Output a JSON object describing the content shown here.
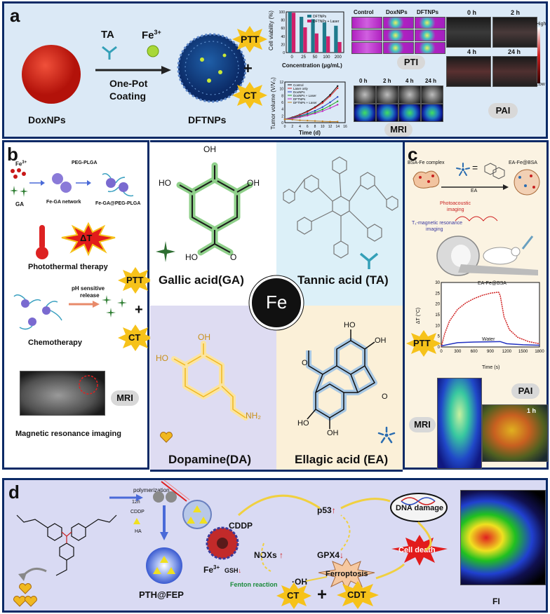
{
  "colors": {
    "panel_border": "#0b2a66",
    "panel_a_bg": "#dbe9f6",
    "panel_b_bg": "#ffffff",
    "panel_c_bg": "#fbf3e2",
    "panel_d_bg": "#d9daf3",
    "ga_green": "#5aa05a",
    "ta_gray": "#777777",
    "da_yellow": "#f5c243",
    "ea_blue": "#4a7fb0",
    "fe_center": "#111111",
    "star_yellow": "#f6c21a"
  },
  "panel_a": {
    "label": "a",
    "ta": "TA",
    "fe3": "Fe",
    "fe3_sup": "3+",
    "doxnps": "DoxNPs",
    "arrow_top": "One-Pot",
    "arrow_bottom": "Coating",
    "dftnps": "DFTNPs",
    "ptt": "PTT",
    "ct": "CT",
    "plus": "+",
    "cell_chart": {
      "ylabel": "Cell viability (%)",
      "xlabel": "Concentration (μg/mL)",
      "ticks_x": [
        "0",
        "25",
        "50",
        "100",
        "200"
      ],
      "ticks_y": [
        "0",
        "20",
        "40",
        "60",
        "80",
        "100"
      ],
      "legend": [
        "DFTNPs",
        "DFTNPs + Laser"
      ]
    },
    "pti": {
      "cols": [
        "Control",
        "DoxNPs",
        "DFTNPs"
      ],
      "label": "PTI"
    },
    "pai": {
      "times": [
        "0 h",
        "2 h",
        "4 h",
        "24 h"
      ],
      "high": "High",
      "low": "Low",
      "label": "PAI"
    },
    "tumor_chart": {
      "ylabel": "Tumor volume (V/V₀)",
      "xlabel": "Time (d)",
      "ticks_x": [
        "0",
        "2",
        "4",
        "6",
        "8",
        "10",
        "12",
        "14",
        "16"
      ],
      "ticks_y": [
        "0",
        "2",
        "4",
        "6",
        "8",
        "10",
        "12"
      ],
      "legend": [
        "Control",
        "Laser only",
        "DoxNPs",
        "DoxNPs + Laser",
        "DFTNPs",
        "DFTNPs + Laser"
      ]
    },
    "mri": {
      "times": [
        "0 h",
        "2 h",
        "4 h",
        "24 h"
      ],
      "label": "MRI"
    }
  },
  "panel_b": {
    "label": "b",
    "fe3": "Fe",
    "fe3_sup": "3+",
    "ga": "GA",
    "peg_plga": "PEG-PLGA",
    "fe_ga_network": "Fe-GA network",
    "fe_ga_peg": "Fe-GA@PEG-PLGA",
    "ptt_title": "Photothermal therapy",
    "delta_t": "ΔT",
    "ptt": "PTT",
    "ph_release_1": "pH sensitive",
    "ph_release_2": "release",
    "chemo": "Chemotherapy",
    "ct": "CT",
    "plus": "+",
    "mri": "MRI",
    "mri_title": "Magnetic resonance imaging"
  },
  "center": {
    "ga_name": "Gallic acid(GA)",
    "ta_name": "Tannic acid (TA)",
    "da_name": "Dopamine(DA)",
    "ea_name": "Ellagic acid (EA)",
    "fe": "Fe",
    "ho": "HO",
    "oh": "OH",
    "o": "O",
    "nh2": "NH₂"
  },
  "panel_c": {
    "label": "c",
    "bsa_fe": "BSA-Fe complex",
    "ea": "EA",
    "ea_fe_bsa": "EA-Fe@BSA",
    "pa_1": "Photoacoustic",
    "pa_2": "imaging",
    "mr_1": "T₁-magnetic resonance",
    "mr_2": "imaging",
    "chart": {
      "series": "EA-Fe@BSA",
      "water": "Water",
      "ylabel": "ΔT (°C)",
      "xlabel": "Time (s)",
      "ticks_x": [
        "0",
        "300",
        "600",
        "900",
        "1200",
        "1500",
        "1800"
      ],
      "ticks_y": [
        "0",
        "5",
        "10",
        "15",
        "20",
        "25",
        "30"
      ]
    },
    "ptt": "PTT",
    "pai": "PAI",
    "mri": "MRI",
    "one_h": "1 h"
  },
  "panel_d": {
    "label": "d",
    "polymerization": "polymerization",
    "twelve_h": "12h",
    "cddp_small": "CDDP",
    "ha": "HA",
    "pth_fep": "PTH@FEP",
    "cddp": "CDDP",
    "noxs": "NOXs",
    "fe3": "Fe",
    "fe3_sup": "3+",
    "gsh": "GSH",
    "fenton": "Fenton reaction",
    "oh_radical": "·OH",
    "p53": "p53",
    "dna_damage": "DNA damage",
    "gpx4": "GPX4",
    "ferroptosis": "Ferroptosis",
    "cell_death": "Cell death",
    "ct": "CT",
    "cdt": "CDT",
    "plus": "+",
    "fi": "FI"
  },
  "chart_data": [
    {
      "type": "bar",
      "title": "",
      "xlabel": "Concentration (μg/mL)",
      "ylabel": "Cell viability (%)",
      "categories": [
        "0",
        "25",
        "50",
        "100",
        "200"
      ],
      "ylim": [
        0,
        100
      ],
      "series": [
        {
          "name": "DFTNPs",
          "values": [
            100,
            88,
            82,
            74,
            66
          ]
        },
        {
          "name": "DFTNPs + Laser",
          "values": [
            98,
            62,
            47,
            40,
            26
          ]
        }
      ]
    },
    {
      "type": "line",
      "title": "",
      "xlabel": "Time (d)",
      "ylabel": "Tumor volume (V/V₀)",
      "x": [
        0,
        2,
        4,
        6,
        8,
        10,
        12,
        14
      ],
      "xlim": [
        0,
        16
      ],
      "ylim": [
        0,
        12
      ],
      "series": [
        {
          "name": "Control",
          "values": [
            1,
            1.6,
            2.4,
            3.4,
            4.6,
            6.2,
            8.2,
            10.8
          ]
        },
        {
          "name": "Laser only",
          "values": [
            1,
            1.5,
            2.3,
            3.2,
            4.4,
            5.8,
            7.8,
            10.2
          ]
        },
        {
          "name": "DoxNPs",
          "values": [
            1,
            1.4,
            2.0,
            2.7,
            3.5,
            4.6,
            6.0,
            7.6
          ]
        },
        {
          "name": "DoxNPs + Laser",
          "values": [
            1,
            1.3,
            1.8,
            2.4,
            3.0,
            3.9,
            5.0,
            6.3
          ]
        },
        {
          "name": "DFTNPs",
          "values": [
            1,
            1.2,
            1.6,
            2.1,
            2.7,
            3.4,
            4.3,
            5.3
          ]
        },
        {
          "name": "DFTNPs + Laser",
          "values": [
            1,
            0.9,
            0.7,
            0.6,
            0.5,
            0.4,
            0.3,
            0.3
          ]
        }
      ]
    },
    {
      "type": "line",
      "title": "",
      "xlabel": "Time (s)",
      "ylabel": "ΔT (°C)",
      "xlim": [
        0,
        1800
      ],
      "ylim": [
        0,
        30
      ],
      "series": [
        {
          "name": "EA-Fe@BSA",
          "x": [
            0,
            60,
            150,
            300,
            450,
            600,
            750,
            900,
            1050,
            1080,
            1150,
            1250,
            1400,
            1600,
            1800
          ],
          "values": [
            0,
            6,
            12,
            17.5,
            20.5,
            22.5,
            24,
            25,
            25.5,
            24,
            14,
            8,
            4.5,
            2.5,
            1.5
          ]
        },
        {
          "name": "Water",
          "x": [
            0,
            300,
            600,
            900,
            1080,
            1200,
            1500,
            1800
          ],
          "values": [
            0.5,
            2,
            2.3,
            2.4,
            2.5,
            1.5,
            1,
            0.8
          ]
        }
      ]
    }
  ]
}
